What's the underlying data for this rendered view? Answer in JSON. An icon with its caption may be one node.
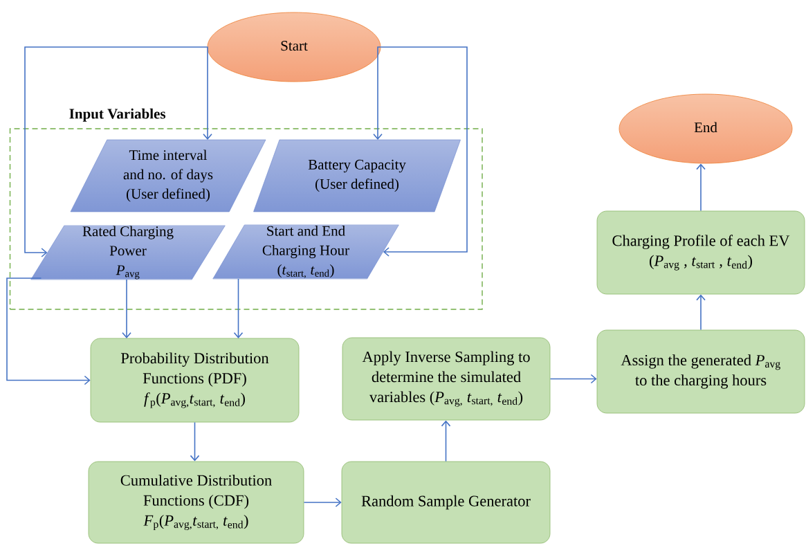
{
  "diagram": {
    "nodes": [
      {
        "text": [
          "Start"
        ]
      },
      {
        "text": [
          "Input Variables"
        ]
      },
      {
        "text": [
          "Time interval and no. of days (User defined)"
        ],
        "in": 1
      },
      {
        "text": [
          "Battery Capacity (User defined)"
        ],
        "in": 1
      },
      {
        "text": [
          "Rated Charging Power",
          "*P*$_{avg}$"
        ],
        "in": 1
      },
      {
        "text": [
          "Start and End Charging Hour",
          "(*t*$_{start,}$ *t*$_{end}$)"
        ],
        "in": 1
      },
      {
        "text": [
          "Probability Distribution Functions (PDF)",
          "*f*$_{p}$(*P*$_{avg,}$*t*$_{start,}$ *t*$_{end}$)"
        ]
      },
      {
        "text": [
          "Cumulative Distribution Functions (CDF)",
          "*F*$_{p}$(*P*$_{avg,}$*t*$_{start,}$ *t*$_{end}$)"
        ]
      },
      {
        "text": [
          "Random Sample Generator"
        ]
      },
      {
        "text": [
          "Apply Inverse Sampling to determine the simulated variables (*P*$_{avg,}$ *t*$_{start,}$ *t*$_{end}$)"
        ]
      },
      {
        "text": [
          "Assign the generated *P*$_{avg}$ to the charging hours"
        ]
      },
      {
        "text": [
          "Charging Profile of each EV (*P*$_{avg}$ , *t*$_{start}$ , *t*$_{end}$)"
        ]
      },
      {
        "text": [
          "End"
        ]
      }
    ],
    "edges": [
      {
        "from": 0,
        "to": 2,
        "arrow": "to"
      },
      {
        "from": 0,
        "to": 4,
        "arrow": "to"
      },
      {
        "from": 0,
        "to": 3,
        "arrow": "to"
      },
      {
        "from": 0,
        "to": 5,
        "arrow": "to"
      },
      {
        "from": 4,
        "to": 6,
        "arrow": "to"
      },
      {
        "from": 4,
        "to": 6,
        "arrow": "to"
      },
      {
        "from": 5,
        "to": 6,
        "arrow": "to"
      },
      {
        "from": 6,
        "to": 7,
        "arrow": "to"
      },
      {
        "from": 7,
        "to": 8,
        "arrow": "to"
      },
      {
        "from": 8,
        "to": 9,
        "arrow": "to"
      },
      {
        "from": 9,
        "to": 10,
        "arrow": "to"
      },
      {
        "from": 10,
        "to": 11,
        "arrow": "to"
      },
      {
        "from": 11,
        "to": 12,
        "arrow": "to"
      }
    ]
  }
}
